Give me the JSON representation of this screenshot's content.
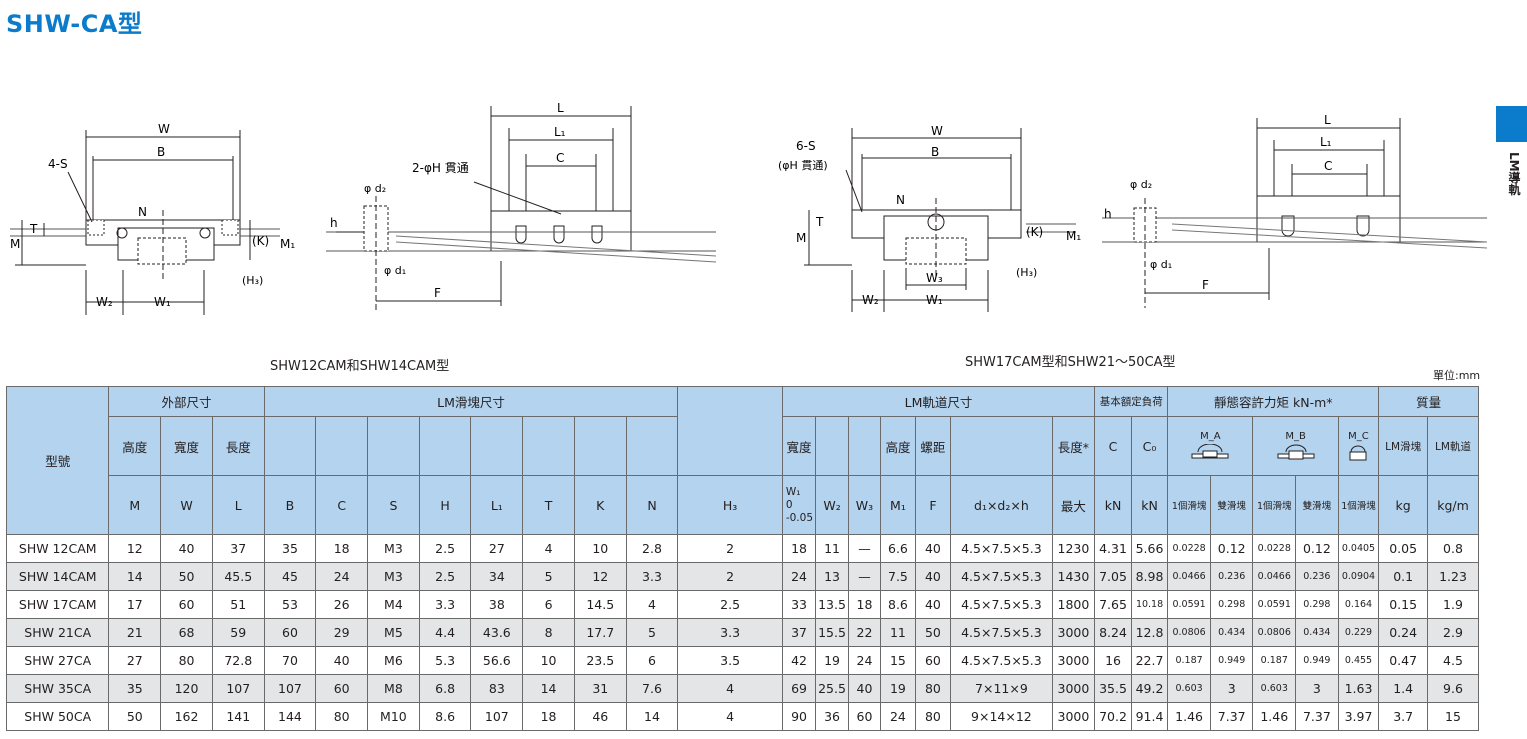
{
  "title": "SHW-CA型",
  "side_label": "LM導軌",
  "captions": {
    "left": "SHW12CAM和SHW14CAM型",
    "right": "SHW17CAM型和SHW21～50CA型"
  },
  "unit": "單位:mm",
  "drawing_labels": {
    "W": "W",
    "B": "B",
    "L": "L",
    "L1": "L₁",
    "C": "C",
    "N": "N",
    "M": "M",
    "T": "T",
    "K": "(K)",
    "H3": "(H₃)",
    "W1": "W₁",
    "W2": "W₂",
    "W3": "W₃",
    "M1": "M₁",
    "h": "h",
    "F": "F",
    "d1": "φ d₁",
    "d2": "φ d₂",
    "four_s": "4-S",
    "six_s": "6-S",
    "h_through_paren": "(φH 貫通)",
    "two_h_through": "2-φH 貫通"
  },
  "table": {
    "groups": {
      "model": "型號",
      "external": "外部尺寸",
      "block": "LM滑塊尺寸",
      "rail": "LM軌道尺寸",
      "load": "基本額定負荷",
      "moment": "靜態容許力矩 kN-m*",
      "mass": "質量"
    },
    "sub_headers": {
      "height": "高度",
      "width": "寬度",
      "length": "長度",
      "rail_width": "寬度",
      "rail_height": "高度",
      "pitch": "螺距",
      "rail_length": "長度*",
      "C": "C",
      "C0": "C₀",
      "MA": "M_A",
      "MB": "M_B",
      "MC": "M_C",
      "block_mass": "LM滑塊",
      "rail_mass": "LM軌道"
    },
    "symbols": {
      "M": "M",
      "W": "W",
      "L": "L",
      "B": "B",
      "C": "C",
      "S": "S",
      "H": "H",
      "L1": "L₁",
      "T": "T",
      "K": "K",
      "N": "N",
      "H3": "H₃",
      "W1a": "W₁",
      "W1b": "0",
      "W1c": "-0.05",
      "W2": "W₂",
      "W3": "W₃",
      "M1": "M₁",
      "F": "F",
      "d": "d₁×d₂×h",
      "max": "最大",
      "kN1": "kN",
      "kN2": "kN",
      "one_block_a": "1個滑塊",
      "two_blocks_a": "雙滑塊",
      "one_block_b": "1個滑塊",
      "two_blocks_b": "雙滑塊",
      "one_block_c": "1個滑塊",
      "kg": "kg",
      "kgm": "kg/m"
    },
    "rows": [
      [
        "SHW 12CAM",
        "12",
        "40",
        "37",
        "35",
        "18",
        "M3",
        "2.5",
        "27",
        "4",
        "10",
        "2.8",
        "2",
        "18",
        "11",
        "—",
        "6.6",
        "40",
        "4.5×7.5×5.3",
        "1230",
        "4.31",
        "5.66",
        "0.0228",
        "0.12",
        "0.0228",
        "0.12",
        "0.0405",
        "0.05",
        "0.8"
      ],
      [
        "SHW 14CAM",
        "14",
        "50",
        "45.5",
        "45",
        "24",
        "M3",
        "2.5",
        "34",
        "5",
        "12",
        "3.3",
        "2",
        "24",
        "13",
        "—",
        "7.5",
        "40",
        "4.5×7.5×5.3",
        "1430",
        "7.05",
        "8.98",
        "0.0466",
        "0.236",
        "0.0466",
        "0.236",
        "0.0904",
        "0.1",
        "1.23"
      ],
      [
        "SHW 17CAM",
        "17",
        "60",
        "51",
        "53",
        "26",
        "M4",
        "3.3",
        "38",
        "6",
        "14.5",
        "4",
        "2.5",
        "33",
        "13.5",
        "18",
        "8.6",
        "40",
        "4.5×7.5×5.3",
        "1800",
        "7.65",
        "10.18",
        "0.0591",
        "0.298",
        "0.0591",
        "0.298",
        "0.164",
        "0.15",
        "1.9"
      ],
      [
        "SHW 21CA",
        "21",
        "68",
        "59",
        "60",
        "29",
        "M5",
        "4.4",
        "43.6",
        "8",
        "17.7",
        "5",
        "3.3",
        "37",
        "15.5",
        "22",
        "11",
        "50",
        "4.5×7.5×5.3",
        "3000",
        "8.24",
        "12.8",
        "0.0806",
        "0.434",
        "0.0806",
        "0.434",
        "0.229",
        "0.24",
        "2.9"
      ],
      [
        "SHW 27CA",
        "27",
        "80",
        "72.8",
        "70",
        "40",
        "M6",
        "5.3",
        "56.6",
        "10",
        "23.5",
        "6",
        "3.5",
        "42",
        "19",
        "24",
        "15",
        "60",
        "4.5×7.5×5.3",
        "3000",
        "16",
        "22.7",
        "0.187",
        "0.949",
        "0.187",
        "0.949",
        "0.455",
        "0.47",
        "4.5"
      ],
      [
        "SHW 35CA",
        "35",
        "120",
        "107",
        "107",
        "60",
        "M8",
        "6.8",
        "83",
        "14",
        "31",
        "7.6",
        "4",
        "69",
        "25.5",
        "40",
        "19",
        "80",
        "7×11×9",
        "3000",
        "35.5",
        "49.2",
        "0.603",
        "3",
        "0.603",
        "3",
        "1.63",
        "1.4",
        "9.6"
      ],
      [
        "SHW 50CA",
        "50",
        "162",
        "141",
        "144",
        "80",
        "M10",
        "8.6",
        "107",
        "18",
        "46",
        "14",
        "4",
        "90",
        "36",
        "60",
        "24",
        "80",
        "9×14×12",
        "3000",
        "70.2",
        "91.4",
        "1.46",
        "7.37",
        "1.46",
        "7.37",
        "3.97",
        "3.7",
        "15"
      ]
    ]
  }
}
